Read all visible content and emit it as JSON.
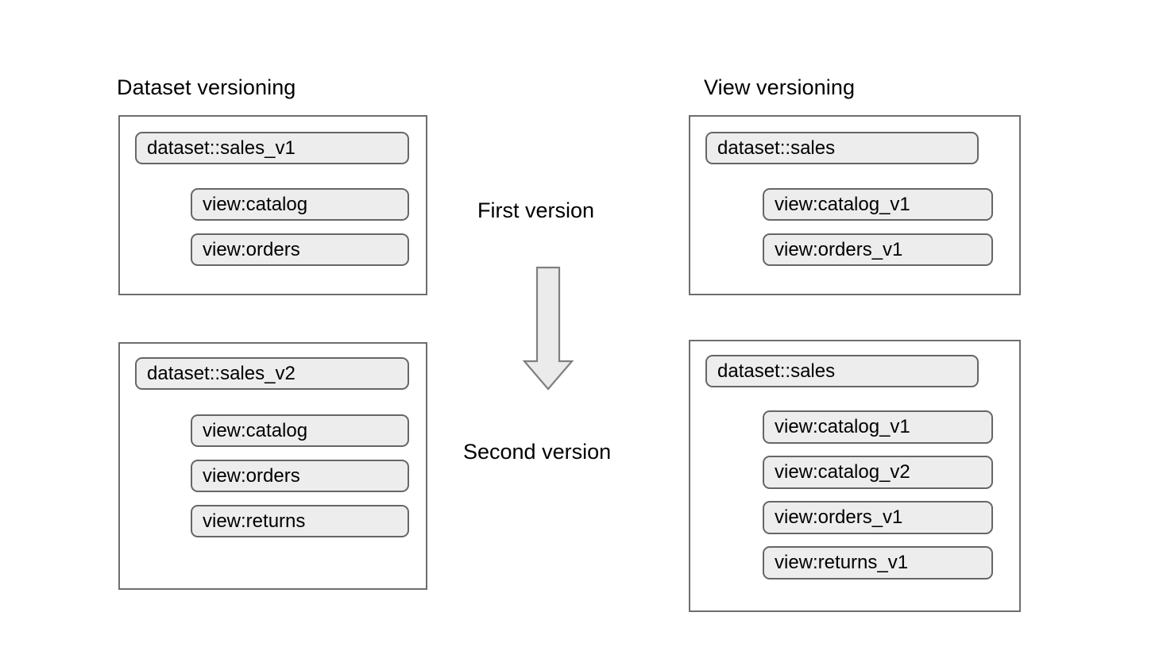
{
  "diagram": {
    "type": "comparison-diagram",
    "columns": [
      {
        "id": "dataset-versioning",
        "title": "Dataset versioning",
        "groups": [
          {
            "id": "dataset-versioning-first",
            "stage": "First version",
            "dataset": "dataset::sales_v1",
            "views": [
              "view:catalog",
              "view:orders"
            ]
          },
          {
            "id": "dataset-versioning-second",
            "stage": "Second version",
            "dataset": "dataset::sales_v2",
            "views": [
              "view:catalog",
              "view:orders",
              "view:returns"
            ]
          }
        ]
      },
      {
        "id": "view-versioning",
        "title": "View versioning",
        "groups": [
          {
            "id": "view-versioning-first",
            "stage": "First version",
            "dataset": "dataset::sales",
            "views": [
              "view:catalog_v1",
              "view:orders_v1"
            ]
          },
          {
            "id": "view-versioning-second",
            "stage": "Second version",
            "dataset": "dataset::sales",
            "views": [
              "view:catalog_v1",
              "view:catalog_v2",
              "view:orders_v1",
              "view:returns_v1"
            ]
          }
        ]
      }
    ],
    "stage_labels": {
      "first": "First version",
      "second": "Second version"
    },
    "arrow": {
      "name": "down-arrow-icon",
      "direction": "down"
    },
    "colors": {
      "background": "#ffffff",
      "box_border": "#6e6e6e",
      "pill_fill": "#ededed",
      "pill_border": "#666666",
      "arrow_fill": "#ebebeb",
      "arrow_border": "#808080",
      "text": "#000000"
    }
  }
}
